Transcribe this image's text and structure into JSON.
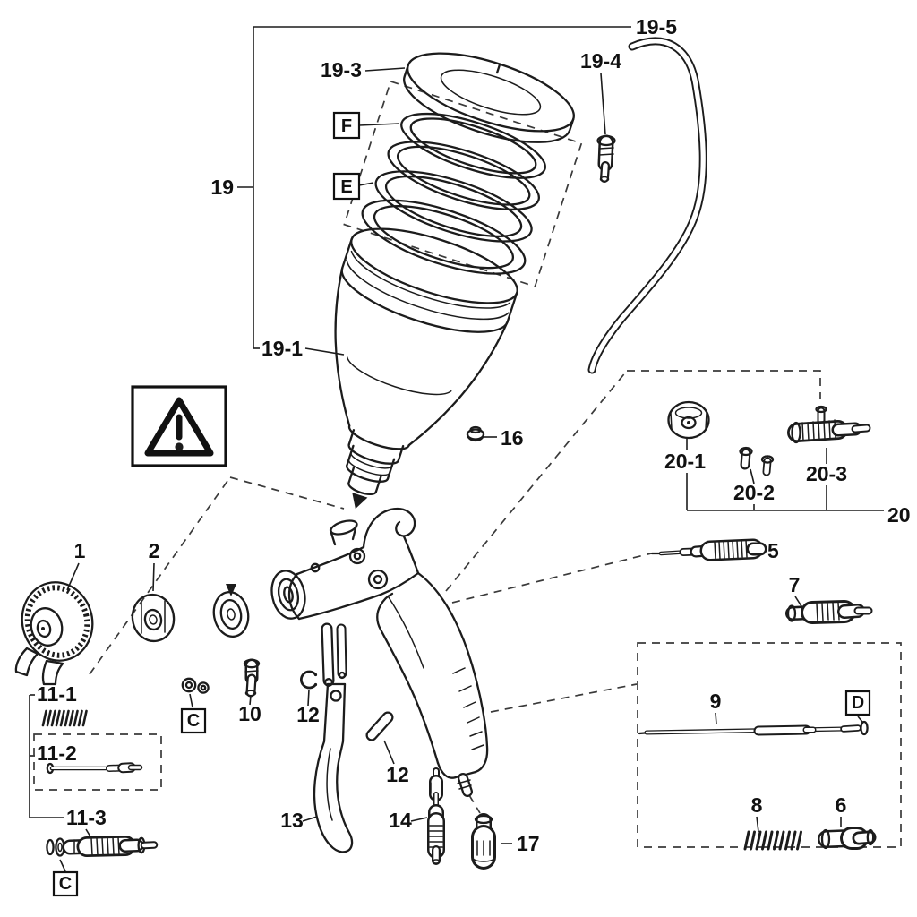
{
  "diagram": {
    "parts": {
      "p19_5": "19-5",
      "p19_4": "19-4",
      "p19_3": "19-3",
      "pF": "F",
      "pE": "E",
      "p19": "19",
      "p19_1": "19-1",
      "p16": "16",
      "p20_1": "20-1",
      "p20_2": "20-2",
      "p20_3": "20-3",
      "p20": "20",
      "p5": "5",
      "p7": "7",
      "p1": "1",
      "p2": "2",
      "p11_1": "11-1",
      "p11_2": "11-2",
      "p11_3": "11-3",
      "pC": "C",
      "p10": "10",
      "p12": "12",
      "p13": "13",
      "p14": "14",
      "p17": "17",
      "p9": "9",
      "pD": "D",
      "p8": "8",
      "p6": "6"
    },
    "colors": {
      "line": "#1c1c1c",
      "background": "#ffffff"
    }
  }
}
